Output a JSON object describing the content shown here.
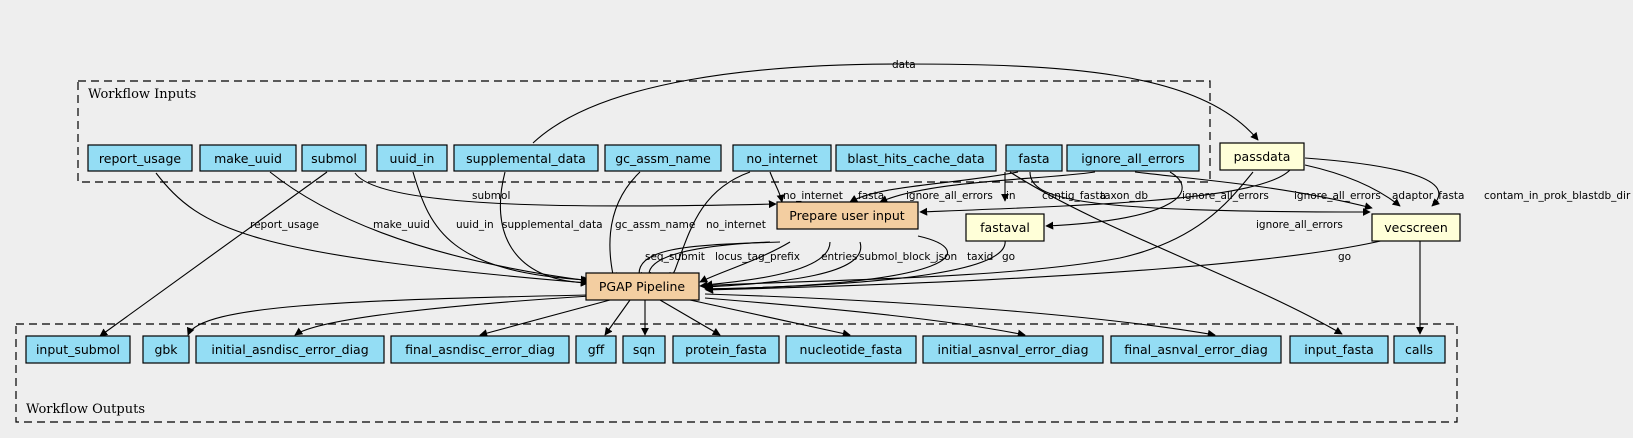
{
  "colors": {
    "background": "#eeeeee",
    "io_node": "#94ddf4",
    "step_node": "#f3cea1",
    "tool_node": "#ffffd8",
    "stroke": "#000000"
  },
  "clusters": {
    "inputs": "Workflow Inputs",
    "outputs": "Workflow Outputs"
  },
  "nodes": {
    "report_usage": "report_usage",
    "make_uuid": "make_uuid",
    "submol": "submol",
    "uuid_in": "uuid_in",
    "supplemental_data": "supplemental_data",
    "gc_assm_name": "gc_assm_name",
    "no_internet": "no_internet",
    "blast_hits_cache_data": "blast_hits_cache_data",
    "fasta": "fasta",
    "ignore_all_errors": "ignore_all_errors",
    "passdata": "passdata",
    "prepare": "Prepare user input",
    "fastaval": "fastaval",
    "vecscreen": "vecscreen",
    "pgap": "PGAP Pipeline",
    "input_submol": "input_submol",
    "gbk": "gbk",
    "initial_asndisc_error_diag": "initial_asndisc_error_diag",
    "final_asndisc_error_diag": "final_asndisc_error_diag",
    "gff": "gff",
    "sqn": "sqn",
    "protein_fasta": "protein_fasta",
    "nucleotide_fasta": "nucleotide_fasta",
    "initial_asnval_error_diag": "initial_asnval_error_diag",
    "final_asnval_error_diag": "final_asnval_error_diag",
    "input_fasta": "input_fasta",
    "calls": "calls"
  },
  "edge_labels": {
    "data": "data",
    "submol": "submol",
    "report_usage": "report_usage",
    "make_uuid": "make_uuid",
    "uuid_in": "uuid_in",
    "supplemental_data": "supplemental_data",
    "gc_assm_name": "gc_assm_name",
    "no_internet_pgap": "no_internet",
    "no_internet_prepare": "no_internet",
    "fasta_prepare": "fasta",
    "ignore_all_errors_prepare": "ignore_all_errors",
    "in": "in",
    "contig_fasta": "contig_fasta",
    "taxon_db": "taxon_db",
    "ignore_all_errors_fastaval": "ignore_all_errors",
    "ignore_all_errors_vecscreen": "ignore_all_errors",
    "adaptor_fasta": "adaptor_fasta",
    "contam_in_prok_blastdb_dir": "contam_in_prok_blastdb_dir",
    "ignore_all_errors_pgap": "ignore_all_errors",
    "seq_submit": "seq_submit",
    "locus_tag_prefix": "locus_tag_prefix",
    "entries": "entries",
    "submol_block_json": "submol_block_json",
    "taxid": "taxid",
    "go_fastaval": "go",
    "go_vecscreen": "go"
  }
}
